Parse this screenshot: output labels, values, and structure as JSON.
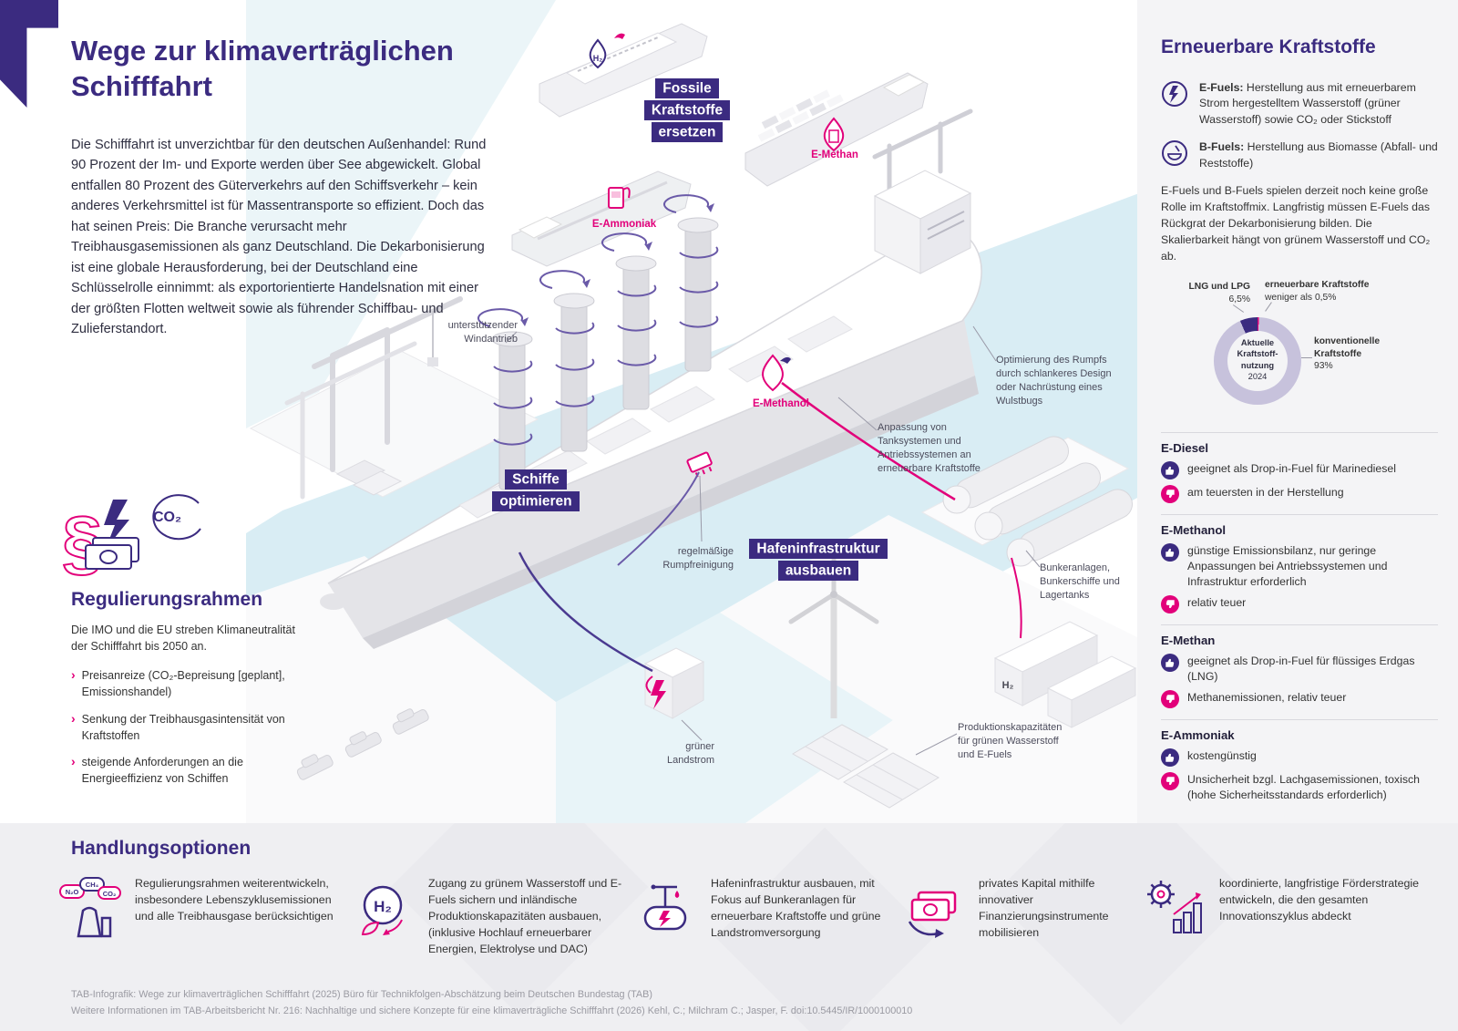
{
  "palette": {
    "primary": "#3b2b80",
    "accent": "#e2007a",
    "water": "#d9edf4",
    "conventional": "#c7c2dc"
  },
  "header": {
    "title_line1": "Wege zur klimaverträglichen",
    "title_line2": "Schifffahrt",
    "intro": "Die Schifffahrt ist unverzichtbar für den deutschen Außenhandel: Rund 90 Prozent der Im- und Exporte werden über See abgewickelt. Global entfallen 80 Prozent des Güterverkehrs auf den Schiffsverkehr – kein anderes Verkehrsmittel ist für Massentransporte so effizient. Doch das hat seinen Preis: Die Branche verursacht mehr Treibhausgasemissionen als ganz Deutschland. Die Dekarbonisierung ist eine globale Herausforderung, bei der Deutschland eine Schlüsselrolle einnimmt: als exportorientierte Handelsnation mit einer der größten Flotten weltweit sowie als führender Schiffbau- und Zulieferstandort."
  },
  "badges": {
    "replace_fossil": "Fossile Kraftstoffe ersetzen",
    "optimize_ships": "Schiffe optimieren",
    "expand_port": "Hafeninfrastruktur ausbauen"
  },
  "fuel_labels": {
    "h2_pump": "H₂",
    "e_methan": "E-Methan",
    "e_ammoniak": "E-Ammoniak",
    "e_methanol": "E-Methanol",
    "h2_tank": "H₂"
  },
  "annotations": {
    "wind": "unterstützender Windantrieb",
    "hull": "Optimierung des Rumpfs durch schlankeres Design oder Nachrüstung eines Wulstbugs",
    "tank_systems": "Anpassung von Tanksystemen und Antriebssystemen an erneuerbare Kraftstoffe",
    "hull_cleaning": "regelmäßige Rumpfreinigung",
    "bunker": "Bunkeranlagen, Bunkerschiffe und Lagertanks",
    "shore_power": "grüner Landstrom",
    "production": "Produktionskapazitäten für grünen Wasserstoff und E-Fuels"
  },
  "regulation": {
    "heading": "Regulierungsrahmen",
    "co2_icon_label": "CO₂",
    "intro": "Die IMO und die EU streben Klimaneutralität der Schifffahrt bis 2050 an.",
    "bullets": [
      "Preisanreize (CO₂-Bepreisung [geplant], Emissionshandel)",
      "Senkung der Treibhausgasintensität von Kraftstoffen",
      "steigende Anforderungen an die Energieeffizienz von Schiffen"
    ]
  },
  "sidebar": {
    "heading": "Erneuerbare Kraftstoffe",
    "efuels_label": "E-Fuels:",
    "efuels_text": " Herstellung aus mit erneuerbarem Strom hergestelltem Wasserstoff (grüner Wasserstoff) sowie CO₂ oder Stickstoff",
    "bfuels_label": "B-Fuels:",
    "bfuels_text": " Herstellung aus Biomasse (Abfall- und Reststoffe)",
    "paragraph": "E-Fuels und B-Fuels spielen derzeit noch keine große Rolle im Kraftstoffmix. Langfristig müssen E-Fuels das Rückgrat der Dekarbonisierung bilden. Die Skalierbarkeit hängt von grünem Wasserstoff und CO₂ ab.",
    "fuels": [
      {
        "name": "E-Diesel",
        "pros": [
          "geeignet als Drop-in-Fuel für Marinediesel"
        ],
        "cons": [
          "am teuersten in der Herstellung"
        ]
      },
      {
        "name": "E-Methanol",
        "pros": [
          "günstige Emissionsbilanz, nur geringe Anpassungen bei Antriebssystemen und Infrastruktur erforderlich"
        ],
        "cons": [
          "relativ teuer"
        ]
      },
      {
        "name": "E-Methan",
        "pros": [
          "geeignet als Drop-in-Fuel für flüssiges Erdgas (LNG)"
        ],
        "cons": [
          "Methanemissionen, relativ teuer"
        ]
      },
      {
        "name": "E-Ammoniak",
        "pros": [
          "kostengünstig"
        ],
        "cons": [
          "Unsicherheit bzgl. Lachgasemissionen, toxisch (hohe Sicherheitsstandards erforderlich)"
        ]
      }
    ]
  },
  "chart_data": {
    "type": "pie",
    "donut": true,
    "title": "Aktuelle Kraftstoffnutzung 2024",
    "center_lines": [
      "Aktuelle",
      "Kraftstoff-",
      "nutzung",
      "2024"
    ],
    "slices": [
      {
        "label": "erneuerbare Kraftstoffe",
        "note": "weniger als 0,5%",
        "value": 0.5,
        "color": "#e2007a"
      },
      {
        "label": "konventionelle Kraftstoffe",
        "note": "93%",
        "value": 93,
        "color": "#c7c2dc"
      },
      {
        "label": "LNG und LPG",
        "note": "6,5%",
        "value": 6.5,
        "color": "#3b2b80"
      }
    ],
    "legend_position": "around"
  },
  "options": {
    "heading": "Handlungsoptionen",
    "items": [
      {
        "icon": "emissions-factory-icon",
        "icon_labels": [
          "N₂O",
          "CH₄",
          "CO₂"
        ],
        "text": "Regulierungsrahmen weiterentwickeln, insbesondere Lebenszyklusemissionen und alle Treibhausgase berücksichtigen"
      },
      {
        "icon": "green-hydrogen-icon",
        "icon_label": "H₂",
        "text": "Zugang zu grünem Wasserstoff und E-Fuels sichern und inländische Produktionskapazitäten ausbauen, (inklusive Hochlauf erneuerbarer Energien, Elektrolyse und DAC)"
      },
      {
        "icon": "bunkering-station-icon",
        "text": "Hafeninfrastruktur ausbauen, mit Fokus auf Bunkeranlagen für erneuerbare Kraftstoffe und grüne Landstromversorgung"
      },
      {
        "icon": "private-capital-icon",
        "text": "privates Kapital mithilfe innovativer Finanzierungsinstrumente mobilisieren"
      },
      {
        "icon": "funding-strategy-icon",
        "text": "koordinierte, langfristige Förderstrategie entwickeln, die den gesamten Innovationszyklus abdeckt"
      }
    ]
  },
  "footer": {
    "line1": "TAB-Infografik: Wege zur klimaverträglichen Schifffahrt (2025) Büro für Technikfolgen-Abschätzung beim Deutschen Bundestag (TAB)",
    "line2": "Weitere Informationen im TAB-Arbeitsbericht Nr. 216: Nachhaltige und sichere Konzepte für eine klimaverträgliche Schifffahrt (2026) Kehl, C.; Milchram C.; Jasper, F.  doi:10.5445/IR/1000100010"
  }
}
